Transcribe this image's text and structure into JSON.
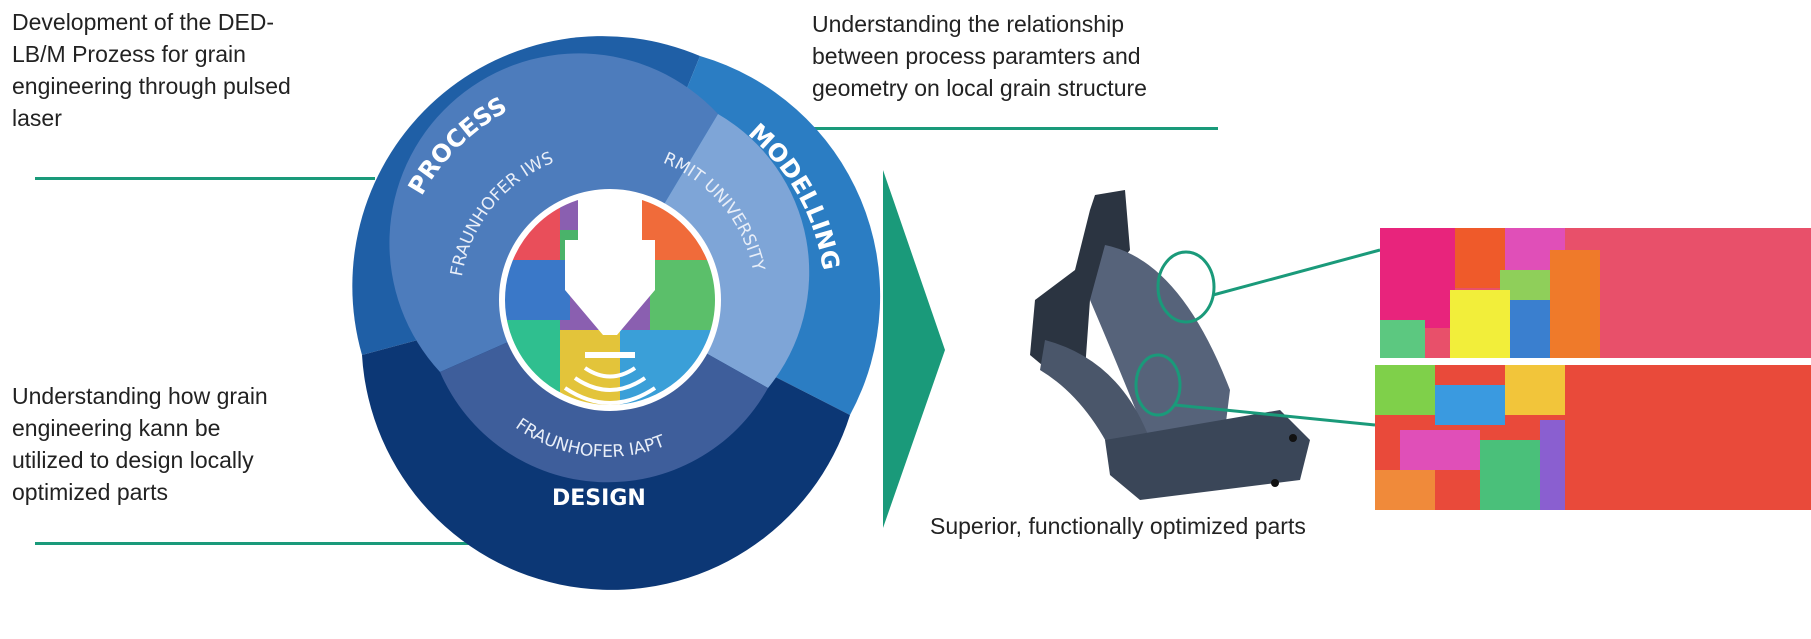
{
  "annotations": {
    "process": [
      "Development of the DED-",
      "LB/M Prozess for grain",
      "engineering through pulsed",
      "laser"
    ],
    "modelling": [
      "Understanding the relationship",
      "between process paramters and",
      "geometry on local grain structure"
    ],
    "design": [
      "Understanding how grain",
      "engineering kann be",
      "utilized to design locally",
      "optimized parts"
    ],
    "result": "Superior, functionally optimized parts"
  },
  "wheel": {
    "outer": {
      "process": "PROCESS",
      "modelling": "MODELLING",
      "design": "DESIGN"
    },
    "inner": {
      "iws": "FRAUNHOFER IWS",
      "rmit": "RMIT UNIVERSITY",
      "iapt": "FRAUNHOFER IAPT"
    }
  },
  "colors": {
    "accent": "#1a9a7a",
    "process": "#1f5fa6",
    "modelling": "#2b7dc3",
    "design": "#0c3775"
  }
}
